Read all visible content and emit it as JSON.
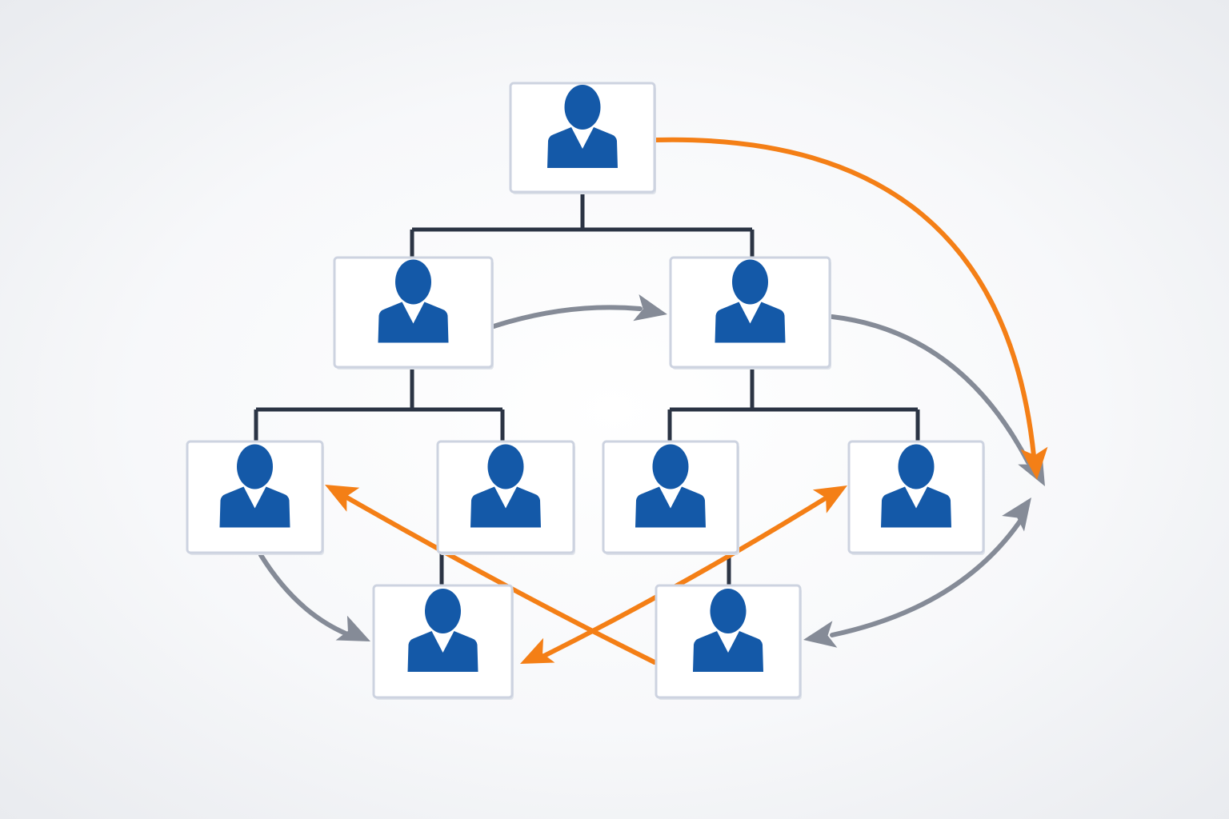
{
  "colors": {
    "node_border": "#cdd3e0",
    "node_fill": "#ffffff",
    "person": "#1459a8",
    "connector": "#2b3444",
    "arrow_gray": "#858b97",
    "arrow_orange": "#f47f16"
  },
  "node_icon": "person-icon",
  "edges": {
    "hierarchy": "connector-line",
    "gray": "gray-arrow",
    "orange": "orange-arrow"
  }
}
